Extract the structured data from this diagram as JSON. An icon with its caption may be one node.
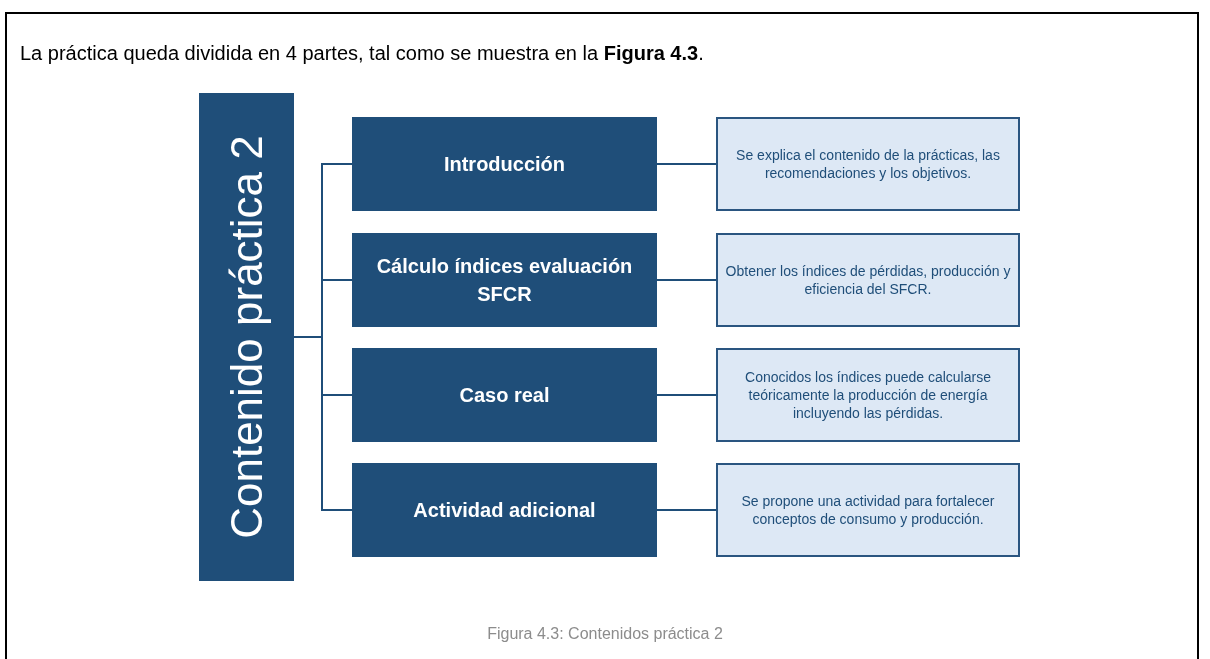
{
  "diagram": {
    "caption": "Figura 4.3: Contenidos práctica 2",
    "nodes": [
      {
        "text": [
          "Contenido práctica 2"
        ]
      },
      {
        "text": [
          "Introducción"
        ]
      },
      {
        "text": [
          "Cálculo índices evaluación SFCR"
        ]
      },
      {
        "text": [
          "Caso real"
        ]
      },
      {
        "text": [
          "Actividad adicional"
        ]
      },
      {
        "text": [
          "Se explica el contenido de la prácticas, las recomendaciones y los objetivos."
        ]
      },
      {
        "text": [
          "Obtener los índices de pérdidas, producción y eficiencia del SFCR."
        ]
      },
      {
        "text": [
          "Conocidos los índices puede calcularse teóricamente la producción de energía incluyendo las pérdidas."
        ]
      },
      {
        "text": [
          "Se propone una actividad para fortalecer conceptos de consumo y producción."
        ]
      }
    ],
    "edges": [
      {
        "from": 0,
        "to": 1,
        "arrow": "none"
      },
      {
        "from": 0,
        "to": 2,
        "arrow": "none"
      },
      {
        "from": 0,
        "to": 3,
        "arrow": "none"
      },
      {
        "from": 0,
        "to": 4,
        "arrow": "none"
      },
      {
        "from": 1,
        "to": 5,
        "arrow": "none"
      },
      {
        "from": 2,
        "to": 6,
        "arrow": "none"
      },
      {
        "from": 3,
        "to": 7,
        "arrow": "none"
      },
      {
        "from": 4,
        "to": 8,
        "arrow": "none"
      }
    ],
    "labels": [
      "La práctica queda dividida en 4 partes, tal como se muestra en la **Figura 4.3**."
    ]
  }
}
